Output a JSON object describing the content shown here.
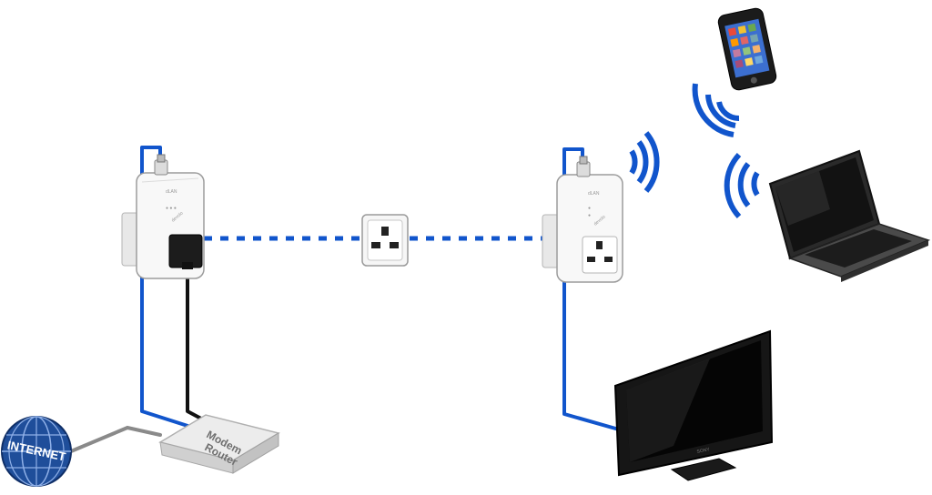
{
  "labels": {
    "internet": "INTERNET",
    "router_line1": "Modem",
    "router_line2": "Router",
    "tv_brand": "SONY"
  },
  "colors": {
    "link_blue": "#1155cc",
    "wifi_blue": "#1155cc",
    "ethernet_black": "#111111",
    "wan_grey": "#888888",
    "globe_blue": "#1f4e9a"
  },
  "icons": [
    "globe-icon",
    "router-icon",
    "powerline-adapter-icon",
    "wall-socket-icon",
    "wifi-icon",
    "smartphone-icon",
    "laptop-icon",
    "tv-icon"
  ]
}
